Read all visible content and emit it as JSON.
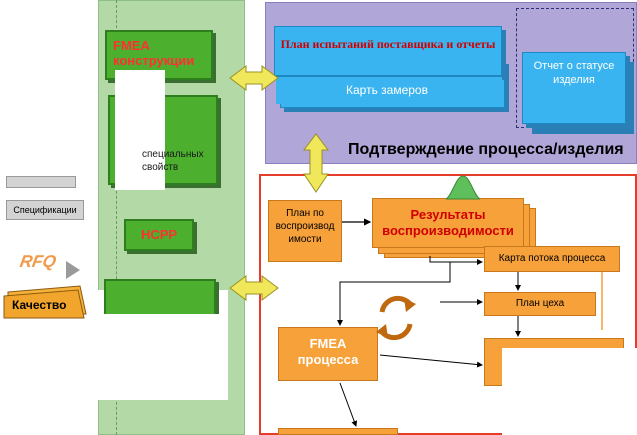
{
  "left_column": {
    "fmea_design_label": "FMEA конструкции",
    "special_props_label": "специальных свойств",
    "hcpp_label": "HCPP",
    "spec_label": "Спецификации",
    "rfq_label": "RFQ",
    "quality_label": "Качество"
  },
  "top_panel": {
    "test_plan_label": "План испытаний поставщика и отчеты",
    "measurement_map_label": "Карть замеров",
    "status_report_label": "Отчет о статусе изделия",
    "confirmation_label": "Подтверждение процесса/изделия"
  },
  "process_panel": {
    "repro_plan_label": "План по воспроизвод имости",
    "repro_results_label": "Результаты воспроизводимости",
    "process_flow_label": "Карта потока процесса",
    "shop_plan_label": "План цеха",
    "fmea_process_label": "FMEA процесса"
  },
  "colors": {
    "green_box": "#4caf2e",
    "purple_panel": "#b0a6d8",
    "blue_box": "#3ab4f0",
    "orange_box": "#f7a13a",
    "red_frame": "#e53d2a",
    "arrow_yellow": "#f1e75a"
  }
}
